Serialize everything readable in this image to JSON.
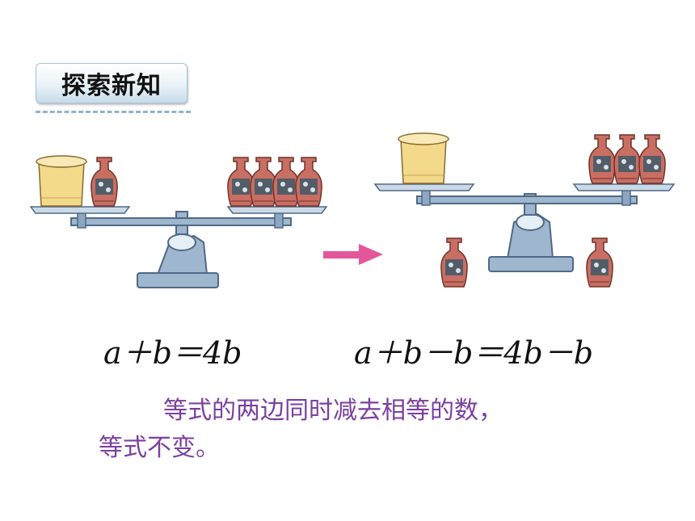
{
  "section_title": "探索新知",
  "equation_left": "a＋b＝4b",
  "equation_right": "a＋b－b＝4b－b",
  "rule": {
    "line1": "等式的两边同时减去相等的数，",
    "line2": "等式不变。"
  },
  "colors": {
    "rule_text": "#7b3fa0",
    "arrow": "#e4569a",
    "scale": "#9fb6cf",
    "vase": "#c96e63",
    "basket": "#f3d98a"
  },
  "icons": [
    "balance-scale-icon",
    "vase-icon",
    "basket-icon",
    "arrow-right-icon"
  ]
}
